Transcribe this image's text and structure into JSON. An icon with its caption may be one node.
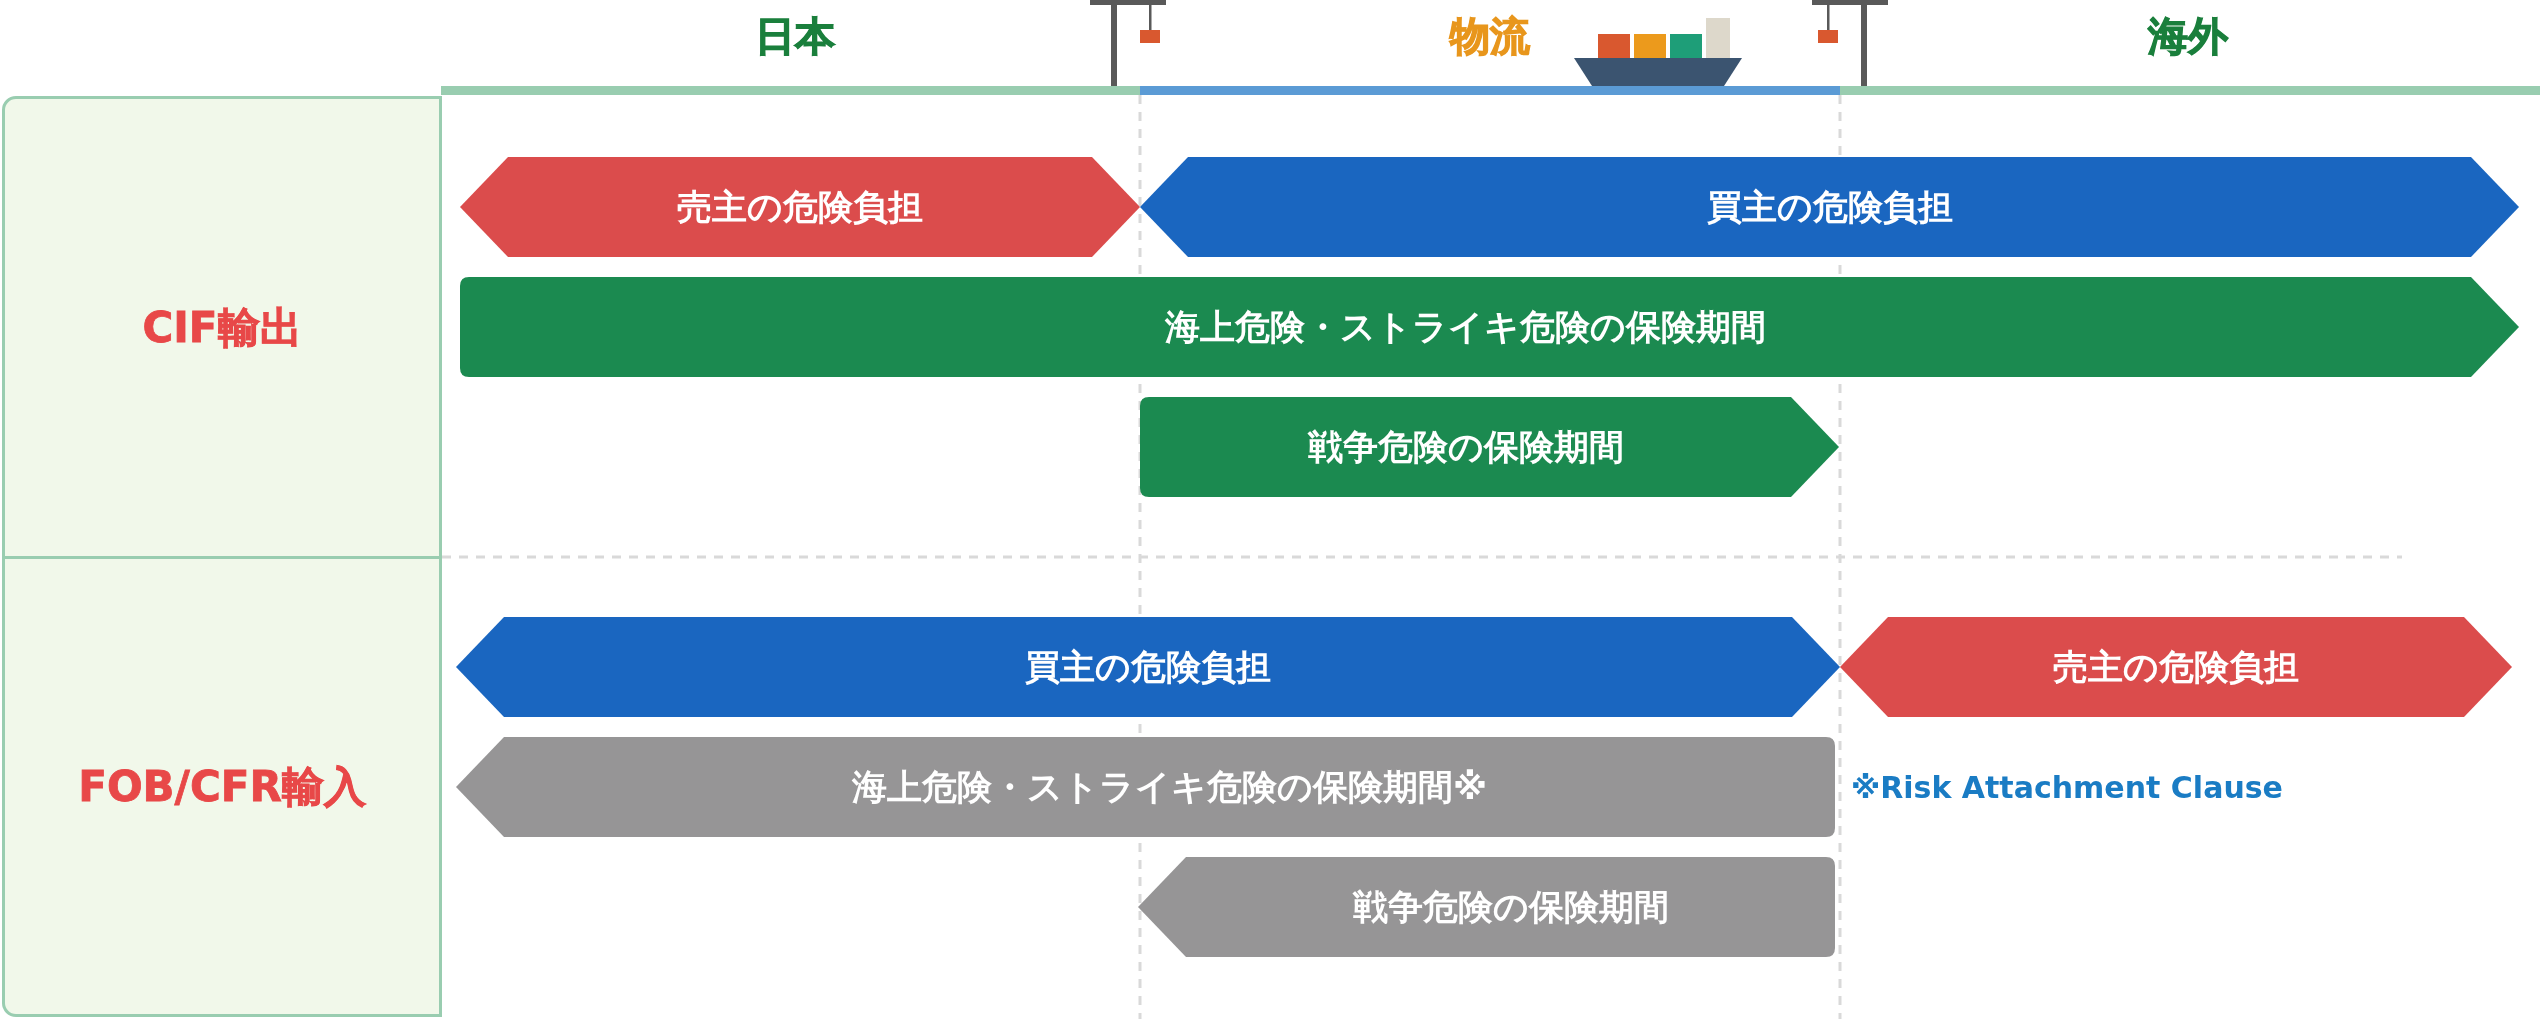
{
  "diagram": {
    "nodes": [
      {
        "text": [
          "CIF輸出"
        ]
      },
      {
        "text": [
          "売主の危険負担"
        ]
      },
      {
        "text": [
          "買主の危険負担"
        ]
      },
      {
        "text": [
          "海上危険・ストライキ危険の保険期間"
        ]
      },
      {
        "text": [
          "戦争危険の保険期間"
        ]
      },
      {
        "text": [
          "FOB/CFR輸入"
        ]
      },
      {
        "text": [
          "買主の危険負担"
        ]
      },
      {
        "text": [
          "売主の危険負担"
        ]
      },
      {
        "text": [
          "海上危険・ストライキ危険の保険期間※"
        ],
        "beside": [
          "※Risk Attachment Clause"
        ]
      },
      {
        "text": [
          "戦争危険の保険期間"
        ]
      }
    ],
    "labels": [
      "日本",
      "物流",
      "海外"
    ]
  }
}
